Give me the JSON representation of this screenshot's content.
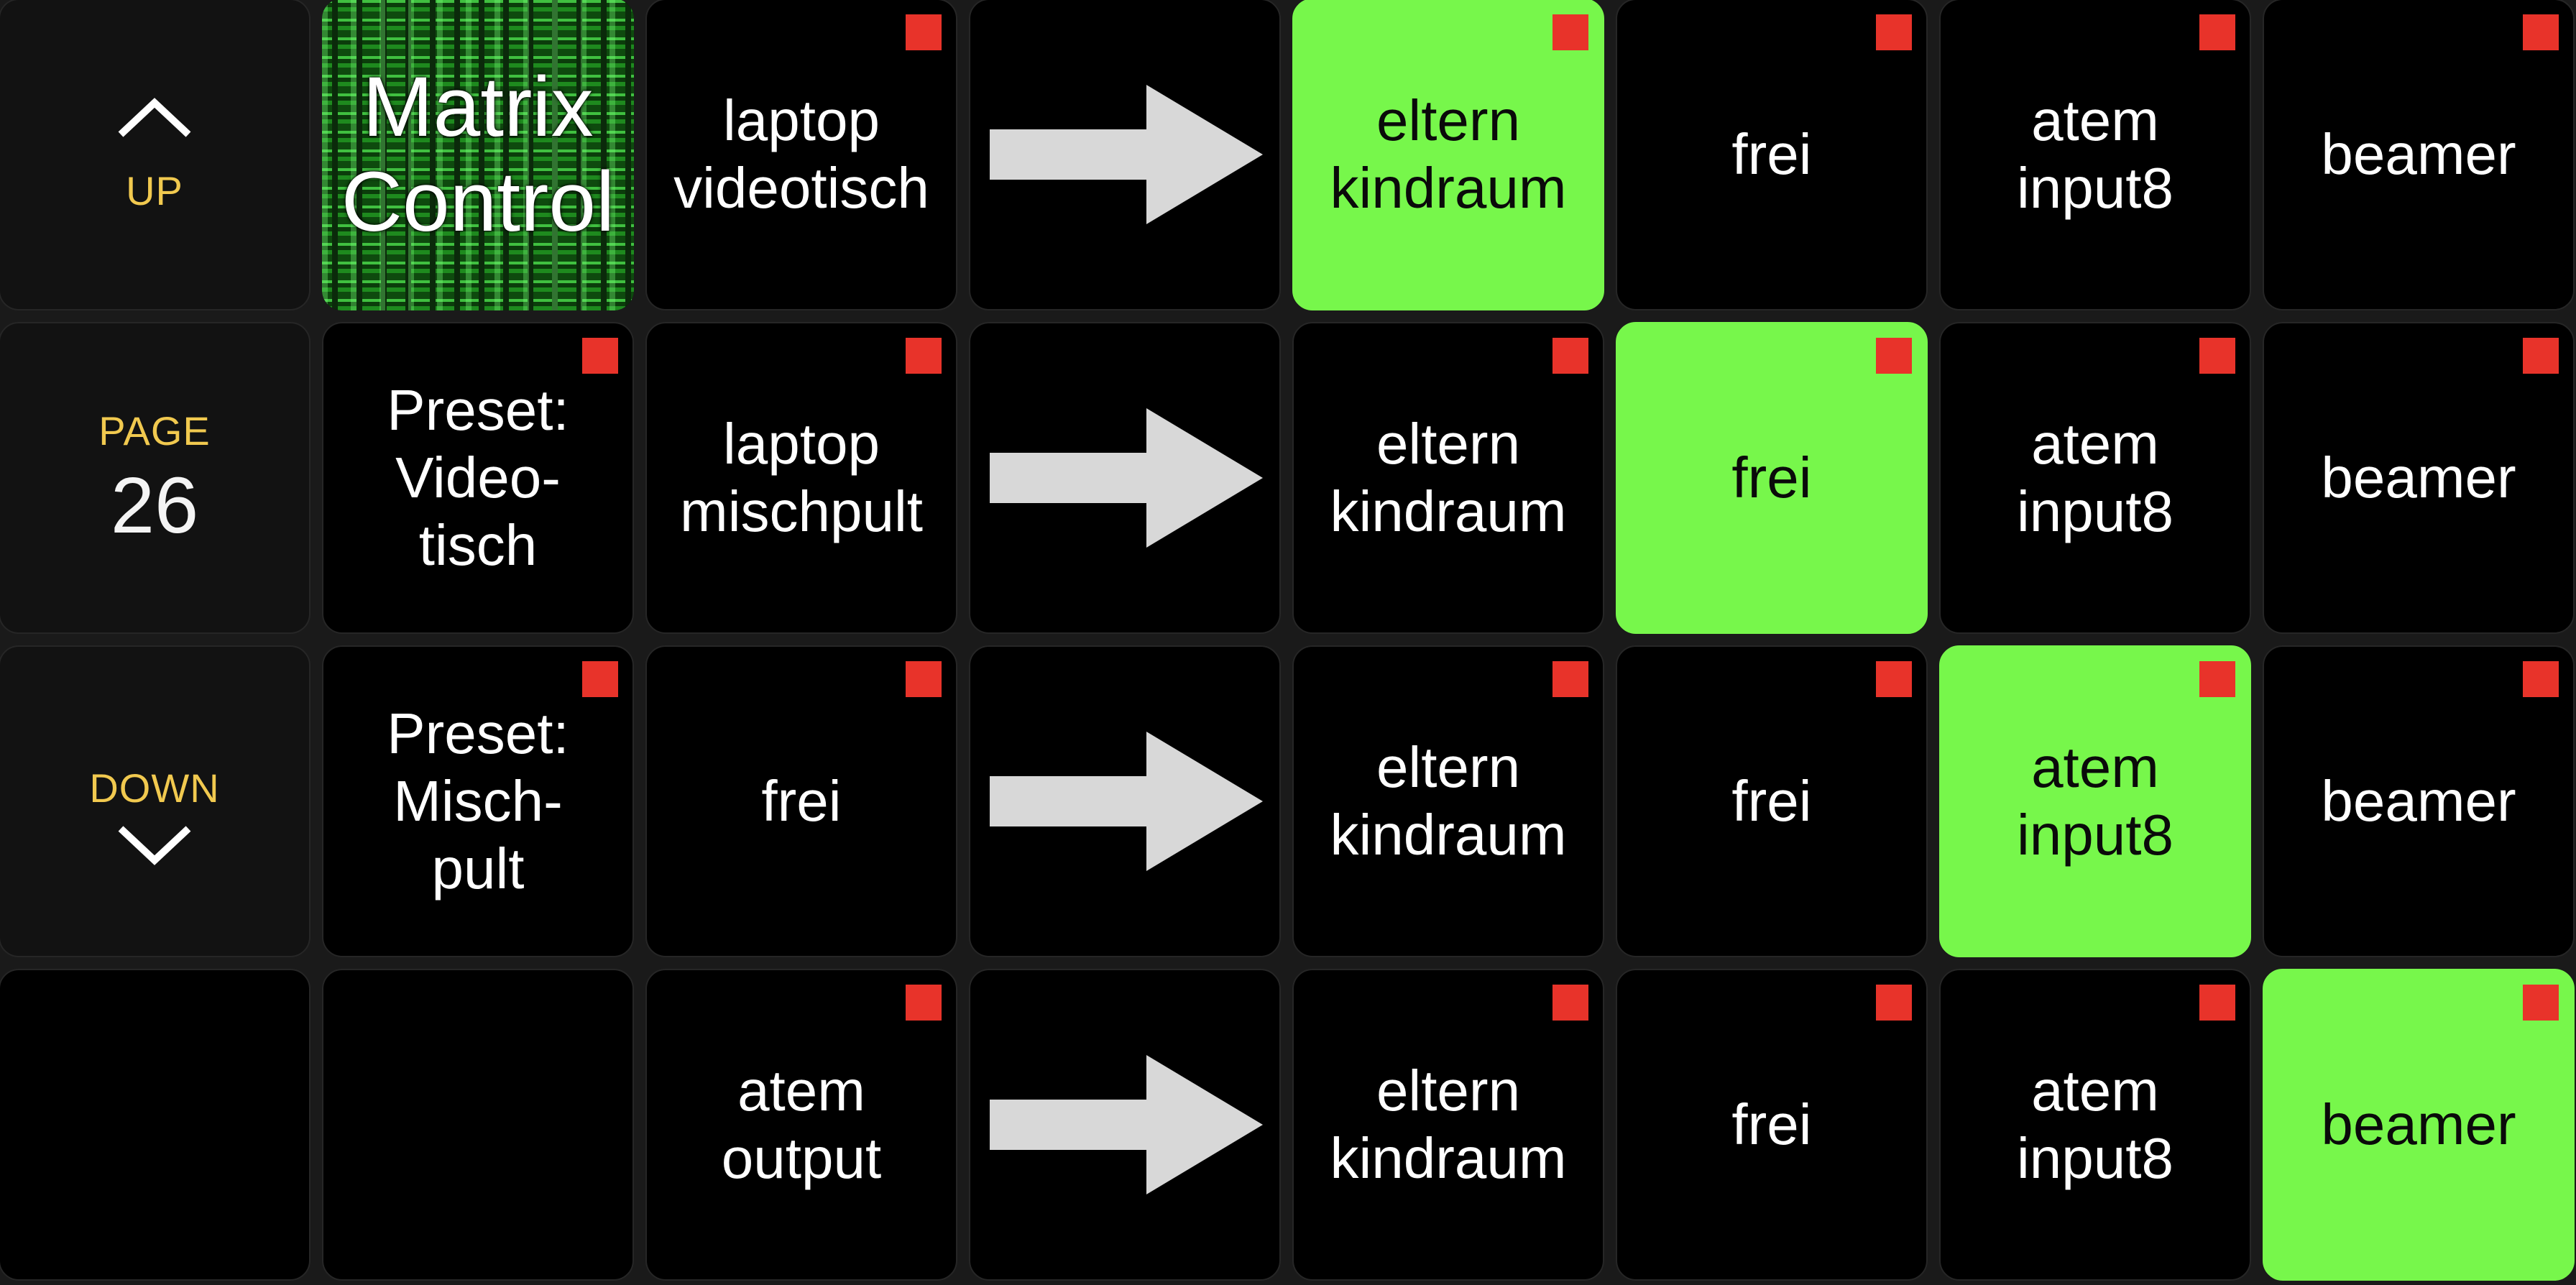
{
  "nav": {
    "up_label": "UP",
    "page_label": "PAGE",
    "page_number": "26",
    "down_label": "DOWN"
  },
  "logo": {
    "text": "Matrix\nControl"
  },
  "presets": [
    {
      "text": "Preset:\nVideo-\ntisch"
    },
    {
      "text": "Preset:\nMisch-\npult"
    }
  ],
  "rows": [
    {
      "input": "laptop\nvideotisch",
      "outputs": [
        {
          "text": "eltern\nkindraum",
          "active": true
        },
        {
          "text": "frei",
          "active": false
        },
        {
          "text": "atem\ninput8",
          "active": false
        },
        {
          "text": "beamer",
          "active": false
        }
      ]
    },
    {
      "input": "laptop\nmischpult",
      "outputs": [
        {
          "text": "eltern\nkindraum",
          "active": false
        },
        {
          "text": "frei",
          "active": true
        },
        {
          "text": "atem\ninput8",
          "active": false
        },
        {
          "text": "beamer",
          "active": false
        }
      ]
    },
    {
      "input": "frei",
      "outputs": [
        {
          "text": "eltern\nkindraum",
          "active": false
        },
        {
          "text": "frei",
          "active": false
        },
        {
          "text": "atem\ninput8",
          "active": true
        },
        {
          "text": "beamer",
          "active": false
        }
      ]
    },
    {
      "input": "atem\noutput",
      "outputs": [
        {
          "text": "eltern\nkindraum",
          "active": false
        },
        {
          "text": "frei",
          "active": false
        },
        {
          "text": "atem\ninput8",
          "active": false
        },
        {
          "text": "beamer",
          "active": true
        }
      ]
    }
  ],
  "colors": {
    "active_bg": "#77f74b",
    "indicator": "#e8332a",
    "nav_text": "#f1c94f",
    "arrow": "#d8d8d8"
  }
}
